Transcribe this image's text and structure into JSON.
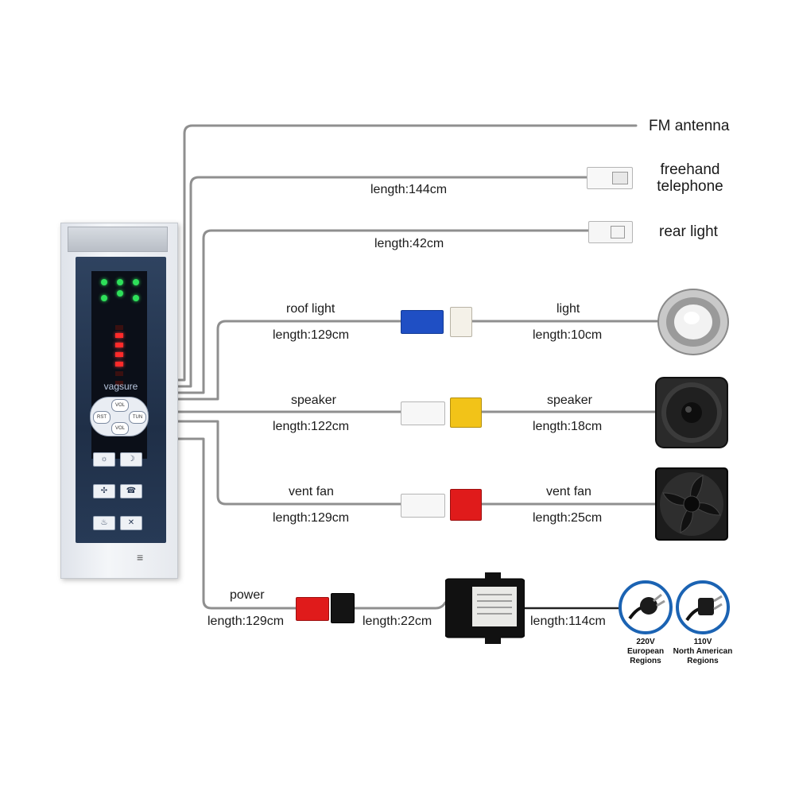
{
  "controller": {
    "brand": "vagsure",
    "dial_buttons": [
      "VOL",
      "RST",
      "TUN",
      "VOL"
    ],
    "keys": [
      "light-left-icon",
      "light-right-icon",
      "fan-icon",
      "phone-icon",
      "shower-icon",
      "cancel-icon"
    ]
  },
  "cables": {
    "fm_antenna": {
      "device": "FM antenna"
    },
    "telephone": {
      "device_line1": "freehand",
      "device_line2": "telephone",
      "length": "length:144cm"
    },
    "rear_light": {
      "device": "rear light",
      "length": "length:42cm"
    },
    "roof_light": {
      "name": "roof light",
      "length": "length:129cm",
      "device_name": "light",
      "device_length": "length:10cm"
    },
    "speaker": {
      "name": "speaker",
      "length": "length:122cm",
      "device_name": "speaker",
      "device_length": "length:18cm"
    },
    "vent_fan": {
      "name": "vent fan",
      "length": "length:129cm",
      "device_name": "vent fan",
      "device_length": "length:25cm"
    },
    "power": {
      "name": "power",
      "length": "length:129cm",
      "adapter_length": "length:22cm",
      "mains_length": "length:114cm"
    }
  },
  "plugs": {
    "eu": {
      "voltage": "220V",
      "region_line1": "European",
      "region_line2": "Regions"
    },
    "na": {
      "voltage": "110V",
      "region_line1": "North American",
      "region_line2": "Regions"
    }
  },
  "colors": {
    "wire": "#8c8c8c",
    "roof_connector": "#1f4fc4",
    "speaker_connector": "#f2c318",
    "fan_connector": "#e01b1b",
    "power_connector": "#e01b1b",
    "plug_ring": "#1b63b3"
  }
}
